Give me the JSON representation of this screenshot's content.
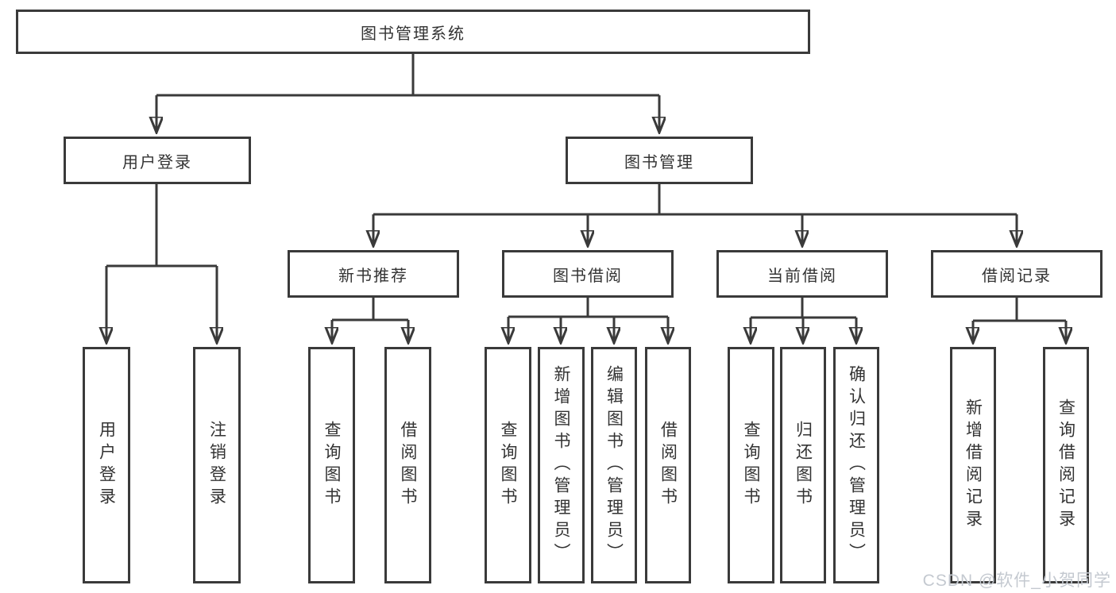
{
  "diagram_title": "图书管理系统",
  "tree": {
    "label": "图书管理系统",
    "children": [
      {
        "label": "用户登录",
        "children": [
          {
            "label": "用户登录"
          },
          {
            "label": "注销登录"
          }
        ]
      },
      {
        "label": "图书管理",
        "children": [
          {
            "label": "新书推荐",
            "children": [
              {
                "label": "查询图书"
              },
              {
                "label": "借阅图书"
              }
            ]
          },
          {
            "label": "图书借阅",
            "children": [
              {
                "label": "查询图书"
              },
              {
                "label": "新增图书（管理员）"
              },
              {
                "label": "编辑图书（管理员）"
              },
              {
                "label": "借阅图书"
              }
            ]
          },
          {
            "label": "当前借阅",
            "children": [
              {
                "label": "查询图书"
              },
              {
                "label": "归还图书"
              },
              {
                "label": "确认归还（管理员）"
              }
            ]
          },
          {
            "label": "借阅记录",
            "children": [
              {
                "label": "新增借阅记录"
              },
              {
                "label": "查询借阅记录"
              }
            ]
          }
        ]
      }
    ]
  },
  "watermark": {
    "text": "CSDN @软件_小贺同学"
  },
  "colors": {
    "line": "#3a3a3a",
    "box_border": "#3a3a3a",
    "box_background": "#ffffff",
    "text": "#333333",
    "watermark": "#c4c9d0",
    "background": "#ffffff"
  }
}
